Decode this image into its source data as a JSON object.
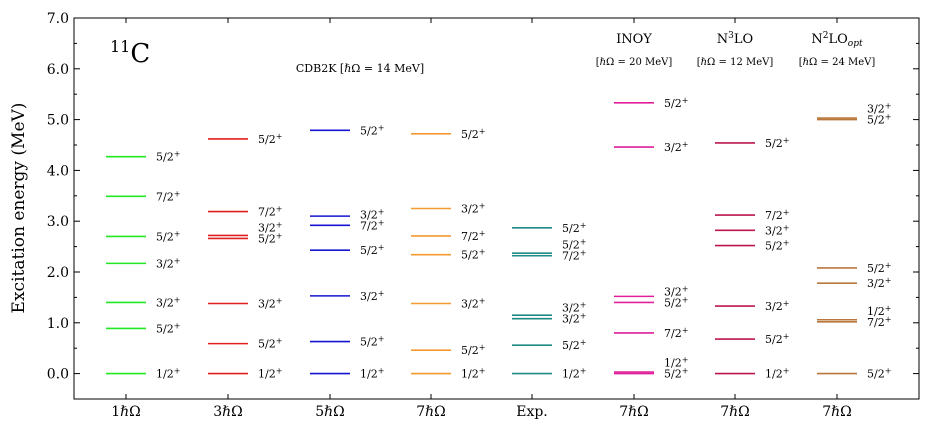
{
  "chart_data": {
    "type": "level-scheme",
    "nucleus": {
      "mass": "11",
      "symbol": "C"
    },
    "ylabel": "Excitation energy (MeV)",
    "ylim": [
      -0.5,
      7.0
    ],
    "yticks": [
      0.0,
      1.0,
      2.0,
      3.0,
      4.0,
      5.0,
      6.0,
      7.0
    ],
    "ytick_labels": [
      "0.0",
      "1.0",
      "2.0",
      "3.0",
      "4.0",
      "5.0",
      "6.0",
      "7.0"
    ],
    "cdb_label": "CDB2K [ℏΩ = 14 MeV]",
    "columns": [
      {
        "label": "1ℏΩ",
        "color": "#22e822",
        "levels": [
          {
            "e": 0.0,
            "jp": "1/2+"
          },
          {
            "e": 0.89,
            "jp": "5/2+"
          },
          {
            "e": 1.4,
            "jp": "3/2+"
          },
          {
            "e": 2.17,
            "jp": "3/2+"
          },
          {
            "e": 2.7,
            "jp": "5/2+"
          },
          {
            "e": 3.49,
            "jp": "7/2+"
          },
          {
            "e": 4.27,
            "jp": "5/2+"
          }
        ]
      },
      {
        "label": "3ℏΩ",
        "color": "#e02020",
        "levels": [
          {
            "e": 0.0,
            "jp": "1/2+"
          },
          {
            "e": 0.59,
            "jp": "5/2+"
          },
          {
            "e": 1.38,
            "jp": "3/2+"
          },
          {
            "e": 2.66,
            "jp": "5/2+"
          },
          {
            "e": 2.72,
            "jp": "3/2+"
          },
          {
            "e": 3.19,
            "jp": "7/2+"
          },
          {
            "e": 4.62,
            "jp": "5/2+"
          }
        ]
      },
      {
        "label": "5ℏΩ",
        "color": "#1414d2",
        "levels": [
          {
            "e": 0.0,
            "jp": "1/2+"
          },
          {
            "e": 0.63,
            "jp": "5/2+"
          },
          {
            "e": 1.53,
            "jp": "3/2+"
          },
          {
            "e": 2.43,
            "jp": "5/2+"
          },
          {
            "e": 2.92,
            "jp": "7/2+"
          },
          {
            "e": 3.1,
            "jp": "3/2+"
          },
          {
            "e": 4.79,
            "jp": "5/2+"
          }
        ]
      },
      {
        "label": "7ℏΩ",
        "color": "#f39a30",
        "levels": [
          {
            "e": 0.0,
            "jp": "1/2+"
          },
          {
            "e": 0.46,
            "jp": "5/2+"
          },
          {
            "e": 1.38,
            "jp": "3/2+"
          },
          {
            "e": 2.34,
            "jp": "5/2+"
          },
          {
            "e": 2.71,
            "jp": "7/2+"
          },
          {
            "e": 3.25,
            "jp": "3/2+"
          },
          {
            "e": 4.72,
            "jp": "5/2+"
          }
        ]
      },
      {
        "label": "Exp.",
        "color": "#1f8a85",
        "levels": [
          {
            "e": 0.0,
            "jp": "1/2+"
          },
          {
            "e": 0.56,
            "jp": "5/2+"
          },
          {
            "e": 1.08,
            "jp": "3/2+"
          },
          {
            "e": 1.15,
            "jp": "3/2+"
          },
          {
            "e": 2.32,
            "jp": "7/2+"
          },
          {
            "e": 2.37,
            "jp": "5/2+"
          },
          {
            "e": 2.87,
            "jp": "5/2+"
          }
        ]
      },
      {
        "label": "7ℏΩ",
        "color": "#e0209a",
        "header": "INOY",
        "subheader": "[ℏΩ = 20 MeV]",
        "levels": [
          {
            "e": 0.0,
            "jp": "5/2+"
          },
          {
            "e": 0.03,
            "jp": "1/2+"
          },
          {
            "e": 0.8,
            "jp": "7/2+"
          },
          {
            "e": 1.4,
            "jp": "5/2+"
          },
          {
            "e": 1.52,
            "jp": "3/2+"
          },
          {
            "e": 4.46,
            "jp": "3/2+"
          },
          {
            "e": 5.33,
            "jp": "5/2+"
          }
        ]
      },
      {
        "label": "7ℏΩ",
        "color": "#bb1650",
        "header": "N³LO",
        "subheader": "[ℏΩ = 12 MeV]",
        "levels": [
          {
            "e": 0.0,
            "jp": "1/2+"
          },
          {
            "e": 0.68,
            "jp": "5/2+"
          },
          {
            "e": 1.33,
            "jp": "3/2+"
          },
          {
            "e": 2.52,
            "jp": "5/2+"
          },
          {
            "e": 2.82,
            "jp": "3/2+"
          },
          {
            "e": 3.12,
            "jp": "7/2+"
          },
          {
            "e": 4.54,
            "jp": "5/2+"
          }
        ]
      },
      {
        "label": "7ℏΩ",
        "color": "#b8783c",
        "header": "N²LO",
        "header_sub": "opt",
        "subheader": "[ℏΩ = 24 MeV]",
        "levels": [
          {
            "e": 0.0,
            "jp": "5/2+"
          },
          {
            "e": 1.02,
            "jp": "7/2+"
          },
          {
            "e": 1.06,
            "jp": "1/2+"
          },
          {
            "e": 1.78,
            "jp": "3/2+"
          },
          {
            "e": 2.08,
            "jp": "5/2+"
          },
          {
            "e": 5.0,
            "jp": "5/2+"
          },
          {
            "e": 5.03,
            "jp": "3/2+"
          }
        ]
      }
    ]
  }
}
